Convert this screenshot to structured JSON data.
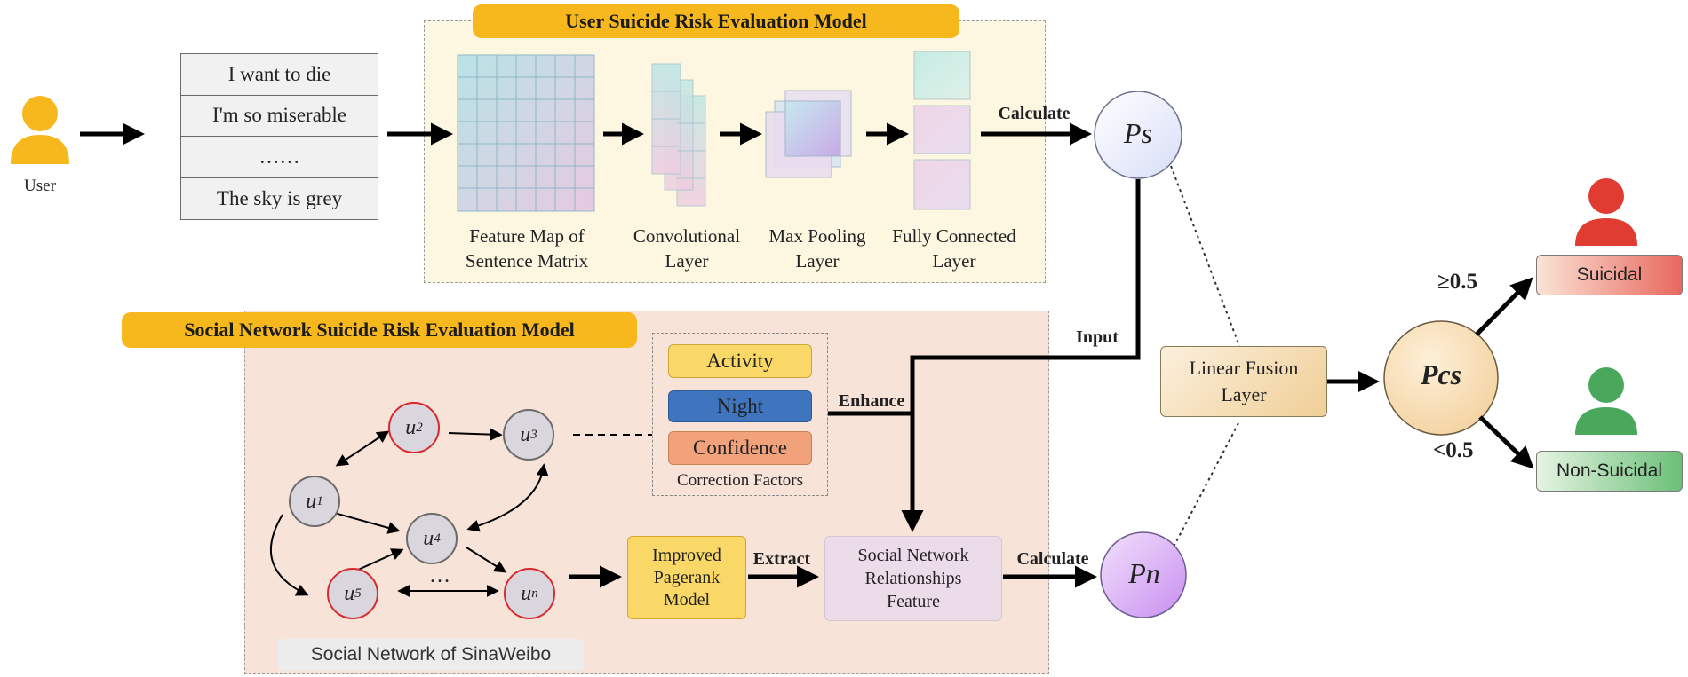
{
  "user": {
    "label": "User"
  },
  "sentences": [
    "I want to die",
    "I'm so miserable",
    "……",
    "The sky is grey"
  ],
  "user_model": {
    "title": "User Suicide Risk Evaluation Model",
    "layers": [
      {
        "line1": "Feature Map of",
        "line2": "Sentence Matrix"
      },
      {
        "line1": "Convolutional",
        "line2": "Layer"
      },
      {
        "line1": "Max Pooling",
        "line2": "Layer"
      },
      {
        "line1": "Fully Connected",
        "line2": "Layer"
      }
    ],
    "calculate": "Calculate",
    "output": "Ps"
  },
  "social_model": {
    "title": "Social Network Suicide Risk Evaluation Model",
    "nodes": {
      "u1": {
        "base": "u",
        "sub": "1"
      },
      "u2": {
        "base": "u",
        "sub": "2"
      },
      "u3": {
        "base": "u",
        "sub": "3"
      },
      "u4": {
        "base": "u",
        "sub": "4"
      },
      "u5": {
        "base": "u",
        "sub": "5"
      },
      "un": {
        "base": "u",
        "sub": "n"
      }
    },
    "ellipsis": "…",
    "network_label": "Social Network of SinaWeibo",
    "correction": {
      "factors": [
        "Activity",
        "Night",
        "Confidence"
      ],
      "label": "Correction Factors"
    },
    "enhance": "Enhance",
    "input": "Input",
    "pagerank": {
      "line1": "Improved",
      "line2": "Pagerank",
      "line3": "Model"
    },
    "extract": "Extract",
    "feature": {
      "line1": "Social Network",
      "line2": "Relationships",
      "line3": "Feature"
    },
    "calculate": "Calculate",
    "output": "Pn"
  },
  "fusion": {
    "line1": "Linear Fusion",
    "line2": "Layer"
  },
  "pcs": "Pcs",
  "thresholds": {
    "high": "≥0.5",
    "low": "<0.5"
  },
  "outcomes": {
    "suicidal": "Suicidal",
    "non_suicidal": "Non-Suicidal"
  },
  "colors": {
    "user_icon": "#f7b81d",
    "suicidal_icon": "#e03c31",
    "non_suicidal_icon": "#4aa85c",
    "title_pill": "#f7b81d",
    "activity": "#f9d867",
    "night": "#3f74be",
    "confidence": "#f2a27a"
  }
}
